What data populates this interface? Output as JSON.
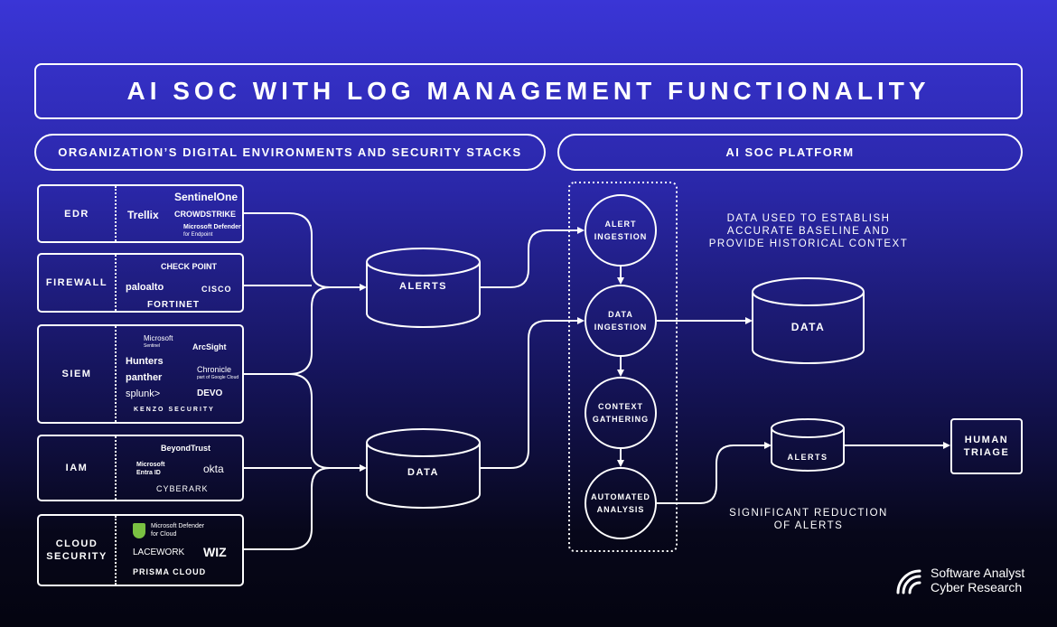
{
  "title": "AI SOC WITH LOG MANAGEMENT FUNCTIONALITY",
  "left_header": "ORGANIZATION’S DIGITAL ENVIRONMENTS AND SECURITY STACKS",
  "right_header": "AI SOC PLATFORM",
  "sources": [
    {
      "label": "EDR",
      "logos": [
        "SentinelOne",
        "Trellix",
        "CROWDSTRIKE",
        "Microsoft Defender",
        "for Endpoint"
      ]
    },
    {
      "label": "FIREWALL",
      "logos": [
        "CHECK POINT",
        "paloalto",
        "cisco",
        "FORTINET"
      ]
    },
    {
      "label": "SIEM",
      "logos": [
        "Microsoft",
        "Sentinel",
        "ArcSight",
        "Hunters",
        "Chronicle",
        "part of Google Cloud",
        "panther",
        "splunk>",
        "DEVO",
        "KENZO SECURITY"
      ]
    },
    {
      "label": "IAM",
      "logos": [
        "BeyondTrust",
        "Microsoft",
        "Entra ID",
        "okta",
        "CYBERARK"
      ]
    },
    {
      "label": "CLOUD SECURITY",
      "logos": [
        "Microsoft Defender",
        "for Cloud",
        "LACEWORK",
        "WIZ",
        "PRISMA CLOUD"
      ]
    }
  ],
  "stores": {
    "alerts": "ALERTS",
    "data": "DATA",
    "data_out": "DATA",
    "alerts_out": "ALERTS"
  },
  "steps": [
    "ALERT INGESTION",
    "DATA INGESTION",
    "CONTEXT GATHERING",
    "AUTOMATED ANALYSIS"
  ],
  "human": "HUMAN TRIAGE",
  "notes": {
    "baseline": [
      "DATA USED TO ESTABLISH",
      "ACCURATE BASELINE AND",
      "PROVIDE HISTORICAL CONTEXT"
    ],
    "reduction": [
      "SIGNIFICANT REDUCTION",
      "OF ALERTS"
    ]
  },
  "brand": [
    "Software Analyst",
    "Cyber Research"
  ],
  "colors": {
    "bg_top": "#3a35d6",
    "bg_bottom": "#040410",
    "line": "#ffffff"
  }
}
